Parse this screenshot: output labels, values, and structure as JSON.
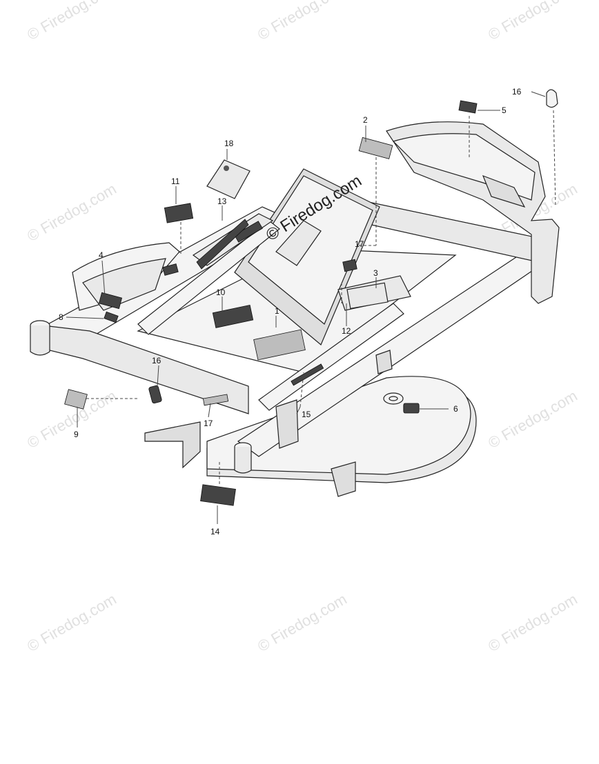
{
  "watermark": {
    "text": "© Firedog.com",
    "center_text": "© Firedog.com"
  },
  "callouts": {
    "c1": "1",
    "c2": "2",
    "c3": "3",
    "c4": "4",
    "c5": "5",
    "c6": "6",
    "c8": "8",
    "c9": "9",
    "c10": "10",
    "c11": "11",
    "c12": "12",
    "c13": "13",
    "c14": "14",
    "c15": "15",
    "c16a": "16",
    "c16b": "16",
    "c17a": "17",
    "c17b": "17",
    "c18": "18"
  }
}
